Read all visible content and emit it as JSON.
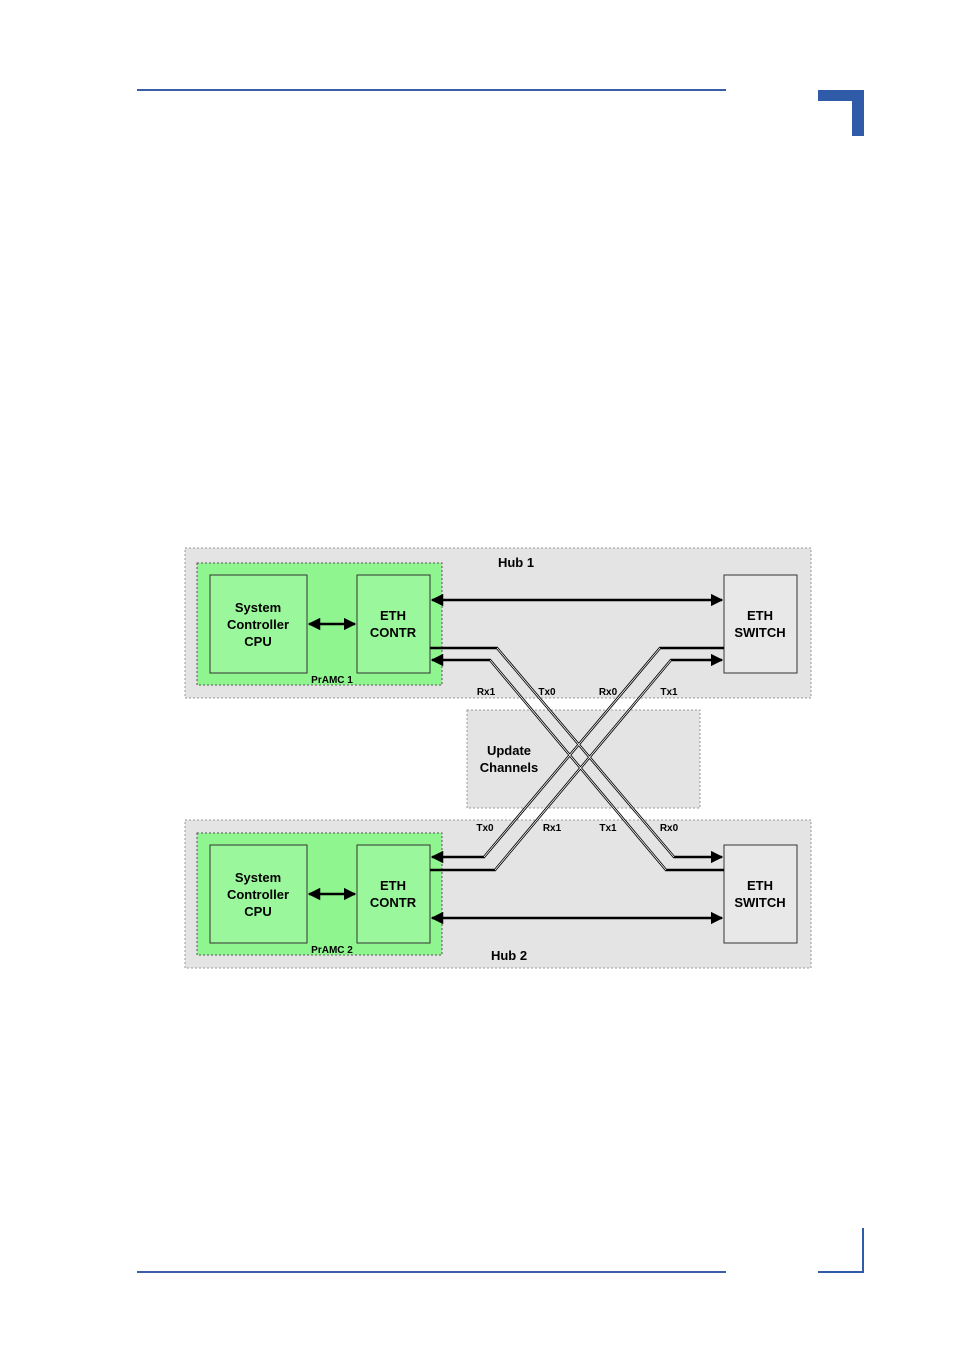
{
  "page": {
    "accent_color": "#2f5ba8",
    "rule_color": "#3a5fa8"
  },
  "diagram": {
    "hub1": {
      "title": "Hub 1",
      "pramc": "PrAMC 1",
      "cpu_lines": [
        "System",
        "Controller",
        "CPU"
      ],
      "eth_lines": [
        "ETH",
        "CONTR"
      ],
      "switch_lines": [
        "ETH",
        "SWITCH"
      ],
      "signals": [
        "Rx1",
        "Tx0",
        "Rx0",
        "Tx1"
      ]
    },
    "update": {
      "lines": [
        "Update",
        "Channels"
      ]
    },
    "hub2": {
      "title": "Hub 2",
      "pramc": "PrAMC 2",
      "cpu_lines": [
        "System",
        "Controller",
        "CPU"
      ],
      "eth_lines": [
        "ETH",
        "CONTR"
      ],
      "switch_lines": [
        "ETH",
        "SWITCH"
      ],
      "signals": [
        "Tx0",
        "Rx1",
        "Tx1",
        "Rx0"
      ]
    },
    "colors": {
      "hub_fill": "#e4e4e4",
      "pramc_fill": "#8ff58f",
      "box_fill": "#9bf79b",
      "switch_fill": "#e8e8e8"
    }
  }
}
